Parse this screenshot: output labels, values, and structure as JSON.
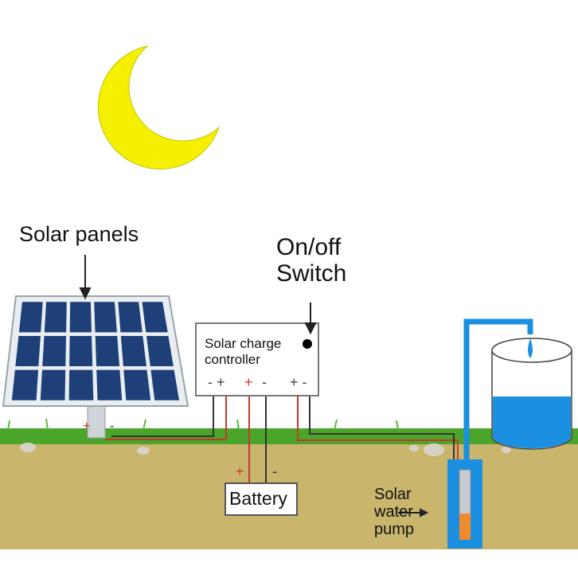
{
  "labels": {
    "solar_panels": "Solar panels",
    "switch_line1": "On/off",
    "switch_line2": "Switch",
    "controller_line1": "Solar charge",
    "controller_line2": "controller",
    "battery": "Battery",
    "pump_line1": "Solar",
    "pump_line2": "water",
    "pump_line3": "pump"
  },
  "terminals": {
    "controller_panel": "- +",
    "controller_battery_plus": "+",
    "controller_battery_minus": "-",
    "controller_load": "+ -",
    "panel_plus": "+",
    "panel_minus": "-",
    "battery_plus": "+",
    "battery_minus": "-"
  },
  "colors": {
    "moon": "#f4f000",
    "panel_cell": "#1e3f78",
    "grass": "#4aa52a",
    "soil": "#c9b66c",
    "water": "#1b8fe0",
    "pump_body": "#f08a2c",
    "wire_positive": "#c8382a",
    "wire_negative": "#333333"
  }
}
